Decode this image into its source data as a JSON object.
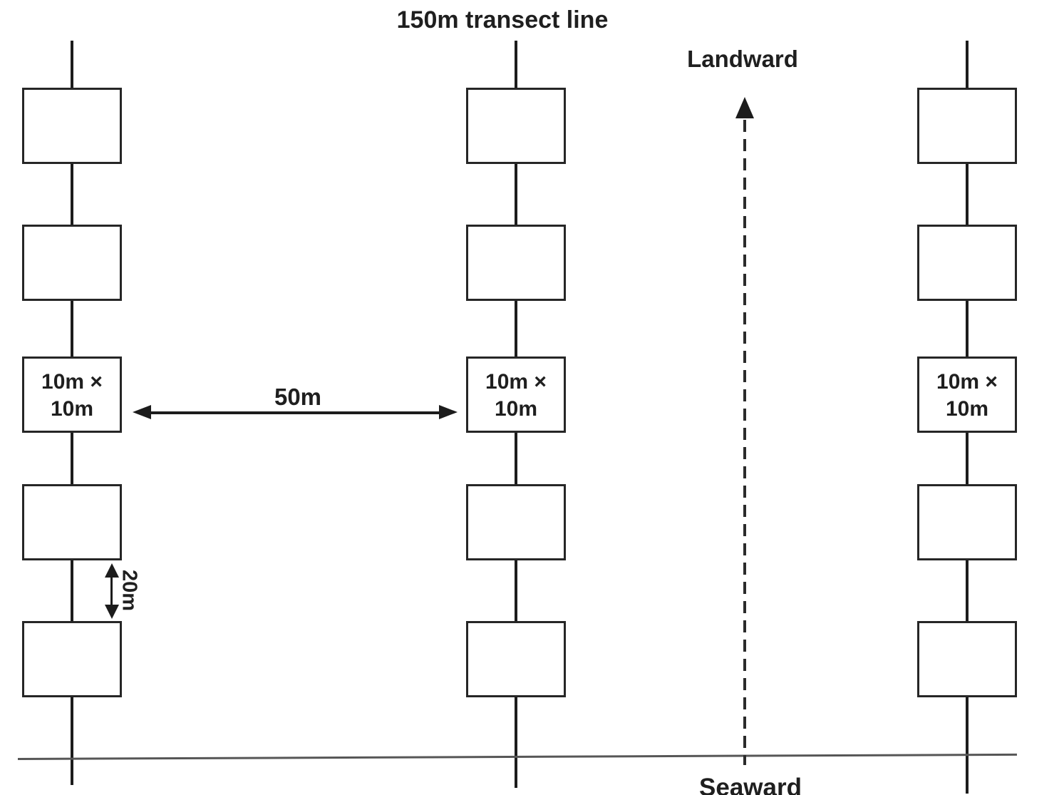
{
  "title": "150m transect line",
  "direction": {
    "landward": "Landward",
    "seaward": "Seaward"
  },
  "measurements": {
    "transect_spacing": "50m",
    "quadrat_spacing": "20m"
  },
  "transects": [
    {
      "quadrat_label": "10m ×\n10m"
    },
    {
      "quadrat_label": "10m ×\n10m"
    },
    {
      "quadrat_label": "10m ×\n10m"
    }
  ],
  "colors": {
    "line": "#1c1c1c",
    "shoreline": "#565656",
    "text": "#1f1f1f",
    "background": "#ffffff"
  }
}
